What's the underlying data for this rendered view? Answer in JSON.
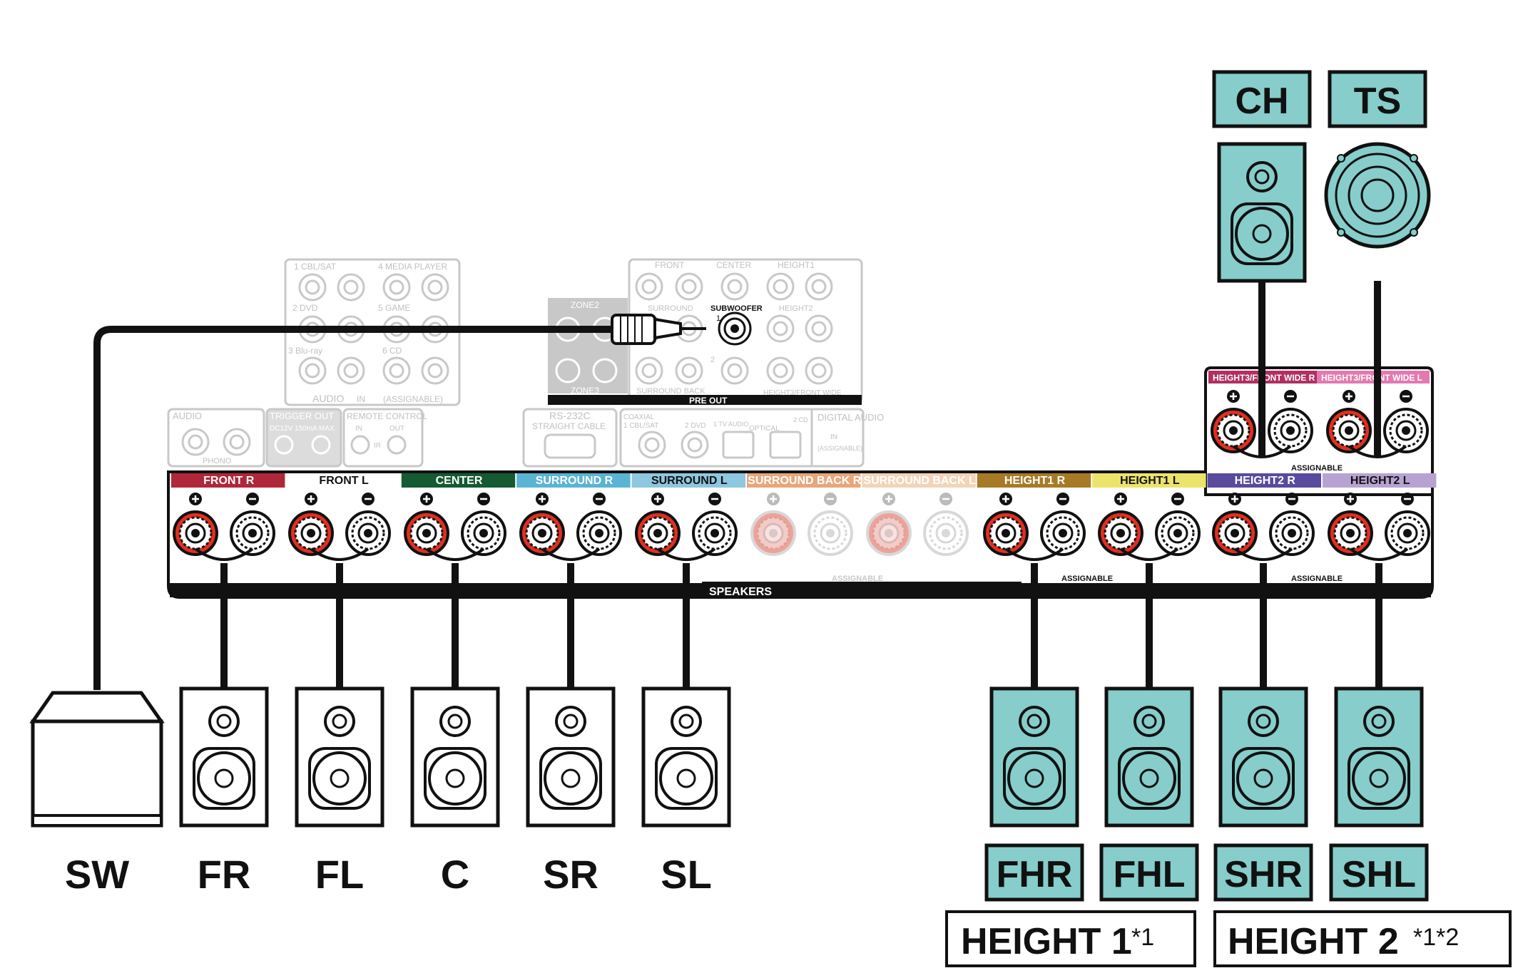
{
  "speaker_labels": {
    "sw": "SW",
    "fr": "FR",
    "fl": "FL",
    "c": "C",
    "sr": "SR",
    "sl": "SL",
    "fhr": "FHR",
    "fhl": "FHL",
    "shr": "SHR",
    "shl": "SHL",
    "ch": "CH",
    "ts": "TS"
  },
  "height_groups": {
    "h1_text": "HEIGHT 1",
    "h1_note": "*1",
    "h2_text": "HEIGHT 2",
    "h2_note": "*1*2"
  },
  "terminal_strip": {
    "front_r": "FRONT R",
    "front_l": "FRONT L",
    "center": "CENTER",
    "surround_r": "SURROUND R",
    "surround_l": "SURROUND L",
    "sback_r": "SURROUND BACK R",
    "sback_l": "SURROUND BACK L",
    "height1_r": "HEIGHT1 R",
    "height1_l": "HEIGHT1 L",
    "height2_r": "HEIGHT2 R",
    "height2_l": "HEIGHT2 L",
    "speakers": "SPEAKERS",
    "assignable": "ASSIGNABLE"
  },
  "upper_strip": {
    "h3fw_r": "HEIGHT3/FRONT WIDE R",
    "h3fw_l": "HEIGHT3/FRONT WIDE L",
    "assignable": "ASSIGNABLE"
  },
  "panel": {
    "subwoofer": "SUBWOOFER",
    "sub1": "1",
    "sub2": "2",
    "pre_out": "PRE OUT",
    "zone2": "ZONE2",
    "zone3": "ZONE3",
    "pre_front": "FRONT",
    "pre_center": "CENTER",
    "pre_height1": "HEIGHT1",
    "pre_surround": "SURROUND",
    "pre_height2": "HEIGHT2",
    "pre_sback": "SURROUND BACK",
    "pre_h3fw": "HEIGHT3/FRONT WIDE",
    "audio_in": "AUDIO",
    "in": "IN",
    "assignable": "(ASSIGNABLE)",
    "in1": "1 CBL/SAT",
    "in2": "2 DVD",
    "in3": "3 Blu-ray",
    "in4": "4 MEDIA PLAYER",
    "in5": "5 GAME",
    "in6": "6 CD",
    "phono_audio": "AUDIO",
    "phono": "PHONO",
    "trigger": "TRIGGER OUT",
    "trigger_spec": "DC12V 150mA MAX.",
    "remote": "REMOTE CONTROL",
    "remote_in": "IN",
    "remote_out": "OUT",
    "ir": "IR",
    "rs232c": "RS-232C",
    "straight": "STRAIGHT CABLE",
    "coaxial": "COAXIAL",
    "coax1": "1 CBL/SAT",
    "coax2": "2 DVD",
    "optical": "OPTICAL",
    "tv_audio": "1 TV AUDIO",
    "cd": "2 CD",
    "digital_audio": "DIGITAL AUDIO",
    "digital_in": "IN",
    "digital_assign": "(ASSIGNABLE)"
  },
  "colors": {
    "front_r": "#b0263a",
    "front_l": "#ffffff",
    "center": "#145a32",
    "surround_r": "#5ab4d4",
    "surround_l": "#8ec7e0",
    "sback_r": "#e8a67a",
    "sback_l": "#f2d4b8",
    "height1_r": "#a87a26",
    "height1_l": "#ece46a",
    "height2_r": "#5a4a9e",
    "height2_l": "#b8a2d2",
    "h3fw_r": "#b03060",
    "h3fw_l": "#e27ab0",
    "speaker_fill": "#86cdcb",
    "terminal_red": "#e03020"
  }
}
